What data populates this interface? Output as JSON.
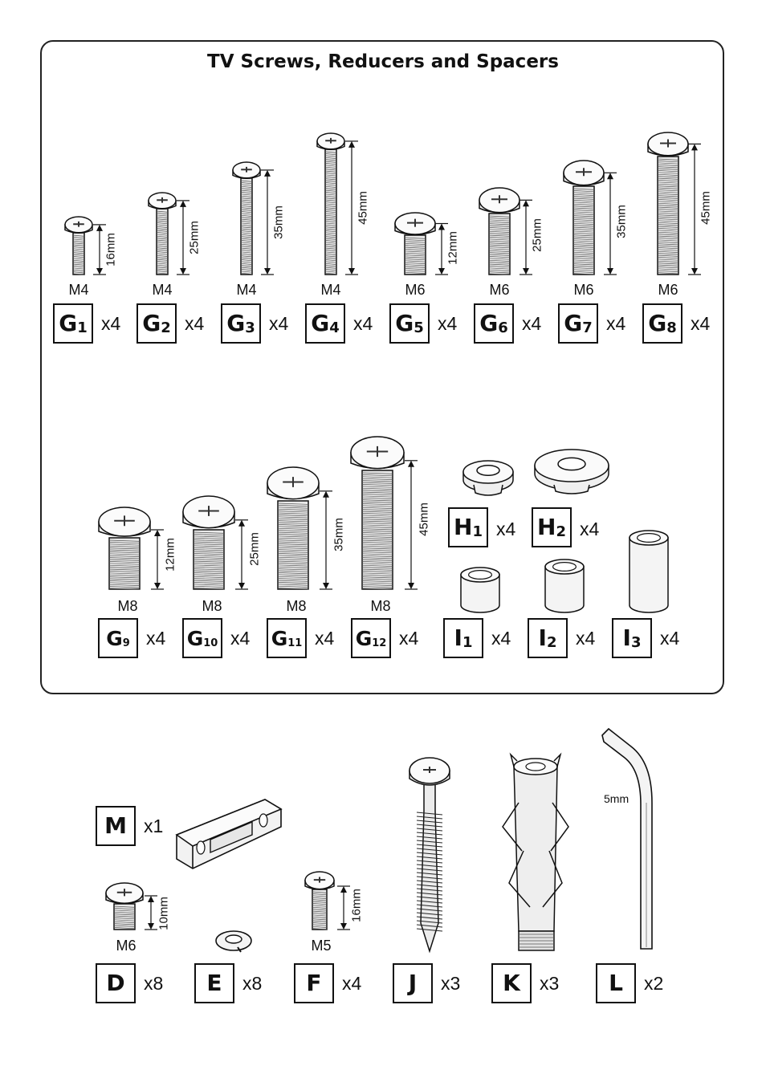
{
  "panel": {
    "title": "TV Screws, Reducers and Spacers",
    "screws": [
      {
        "id": "G1",
        "letter": "G",
        "sub": "1",
        "thread": "M4",
        "length": "16mm",
        "qty": "x4"
      },
      {
        "id": "G2",
        "letter": "G",
        "sub": "2",
        "thread": "M4",
        "length": "25mm",
        "qty": "x4"
      },
      {
        "id": "G3",
        "letter": "G",
        "sub": "3",
        "thread": "M4",
        "length": "35mm",
        "qty": "x4"
      },
      {
        "id": "G4",
        "letter": "G",
        "sub": "4",
        "thread": "M4",
        "length": "45mm",
        "qty": "x4"
      },
      {
        "id": "G5",
        "letter": "G",
        "sub": "5",
        "thread": "M6",
        "length": "12mm",
        "qty": "x4"
      },
      {
        "id": "G6",
        "letter": "G",
        "sub": "6",
        "thread": "M6",
        "length": "25mm",
        "qty": "x4"
      },
      {
        "id": "G7",
        "letter": "G",
        "sub": "7",
        "thread": "M6",
        "length": "35mm",
        "qty": "x4"
      },
      {
        "id": "G8",
        "letter": "G",
        "sub": "8",
        "thread": "M6",
        "length": "45mm",
        "qty": "x4"
      },
      {
        "id": "G9",
        "letter": "G",
        "sub": "9",
        "thread": "M8",
        "length": "12mm",
        "qty": "x4"
      },
      {
        "id": "G10",
        "letter": "G",
        "sub": "10",
        "thread": "M8",
        "length": "25mm",
        "qty": "x4"
      },
      {
        "id": "G11",
        "letter": "G",
        "sub": "11",
        "thread": "M8",
        "length": "35mm",
        "qty": "x4"
      },
      {
        "id": "G12",
        "letter": "G",
        "sub": "12",
        "thread": "M8",
        "length": "45mm",
        "qty": "x4"
      }
    ],
    "reducers": [
      {
        "id": "H1",
        "letter": "H",
        "sub": "1",
        "qty": "x4"
      },
      {
        "id": "H2",
        "letter": "H",
        "sub": "2",
        "qty": "x4"
      }
    ],
    "spacers": [
      {
        "id": "I1",
        "letter": "I",
        "sub": "1",
        "qty": "x4"
      },
      {
        "id": "I2",
        "letter": "I",
        "sub": "2",
        "qty": "x4"
      },
      {
        "id": "I3",
        "letter": "I",
        "sub": "3",
        "qty": "x4"
      }
    ]
  },
  "parts": {
    "M": {
      "letter": "M",
      "qty": "x1"
    },
    "D": {
      "letter": "D",
      "qty": "x8",
      "thread": "M6",
      "length": "10mm"
    },
    "E": {
      "letter": "E",
      "qty": "x8"
    },
    "F": {
      "letter": "F",
      "qty": "x4",
      "thread": "M5",
      "length": "16mm"
    },
    "J": {
      "letter": "J",
      "qty": "x3"
    },
    "K": {
      "letter": "K",
      "qty": "x3"
    },
    "L": {
      "letter": "L",
      "qty": "x2",
      "size": "5mm"
    }
  },
  "icons": [
    "pan-head-screw-icon",
    "reducer-washer-icon",
    "spacer-tube-icon",
    "cable-clip-icon",
    "lock-washer-icon",
    "wood-screw-icon",
    "wall-anchor-icon",
    "hex-key-icon"
  ]
}
